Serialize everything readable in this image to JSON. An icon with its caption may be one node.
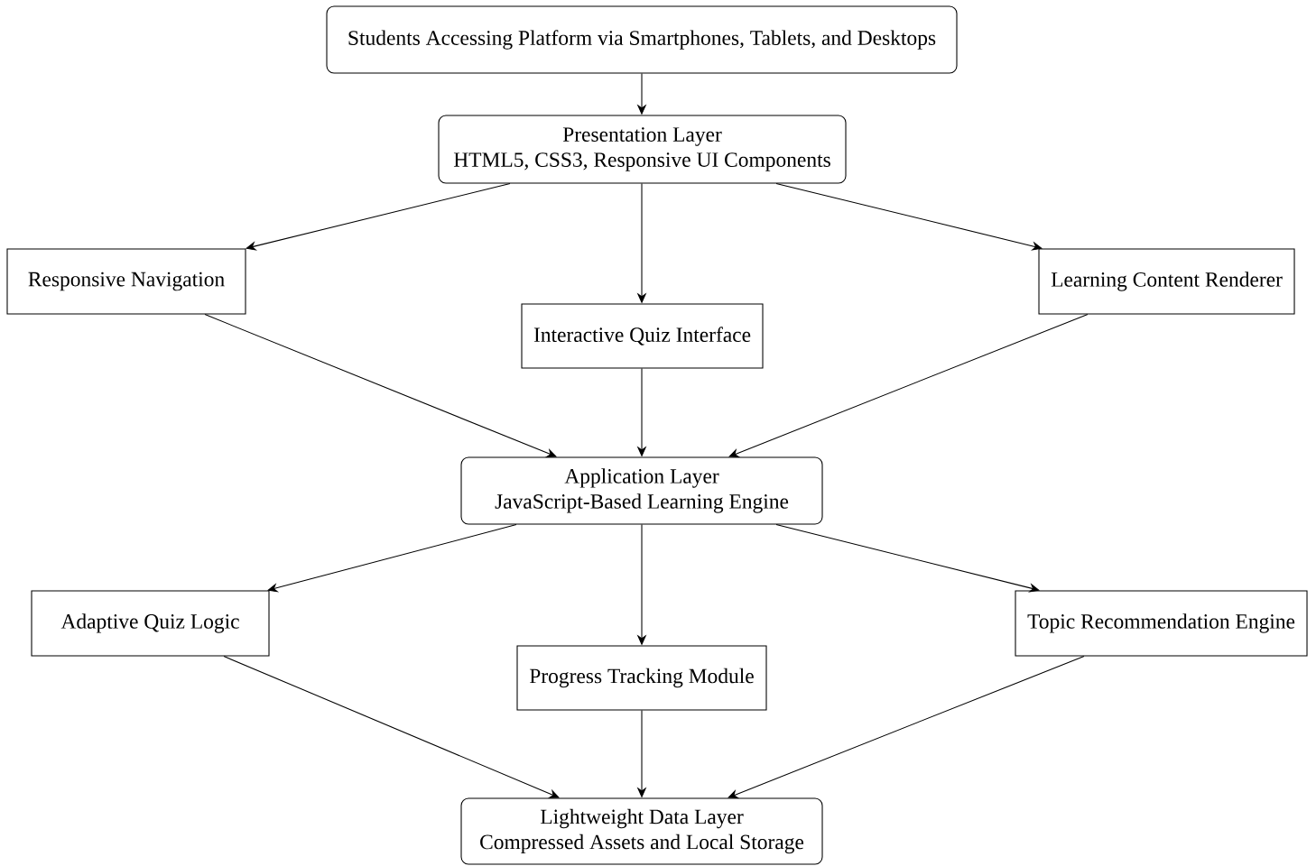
{
  "diagram": {
    "nodes": [
      {
        "text": [
          "Students Accessing Platform via Smartphones, Tablets, and Desktops"
        ]
      },
      {
        "text": [
          "Presentation Layer",
          "HTML5, CSS3, Responsive UI Components"
        ]
      },
      {
        "text": [
          "Responsive Navigation"
        ]
      },
      {
        "text": [
          "Interactive Quiz Interface"
        ]
      },
      {
        "text": [
          "Learning Content Renderer"
        ]
      },
      {
        "text": [
          "Application Layer",
          "JavaScript-Based Learning Engine"
        ]
      },
      {
        "text": [
          "Adaptive Quiz Logic"
        ]
      },
      {
        "text": [
          "Progress Tracking Module"
        ]
      },
      {
        "text": [
          "Topic Recommendation Engine"
        ]
      },
      {
        "text": [
          "Lightweight Data Layer",
          "Compressed Assets and Local Storage"
        ]
      }
    ],
    "edges": [
      {
        "from": 0,
        "to": 1,
        "arrow": "to"
      },
      {
        "from": 1,
        "to": 2,
        "arrow": "to"
      },
      {
        "from": 1,
        "to": 3,
        "arrow": "to"
      },
      {
        "from": 1,
        "to": 4,
        "arrow": "to"
      },
      {
        "from": 2,
        "to": 5,
        "arrow": "to"
      },
      {
        "from": 3,
        "to": 5,
        "arrow": "to"
      },
      {
        "from": 4,
        "to": 5,
        "arrow": "to"
      },
      {
        "from": 5,
        "to": 6,
        "arrow": "to"
      },
      {
        "from": 5,
        "to": 7,
        "arrow": "to"
      },
      {
        "from": 5,
        "to": 8,
        "arrow": "to"
      },
      {
        "from": 6,
        "to": 9,
        "arrow": "to"
      },
      {
        "from": 7,
        "to": 9,
        "arrow": "to"
      },
      {
        "from": 8,
        "to": 9,
        "arrow": "to"
      }
    ]
  }
}
